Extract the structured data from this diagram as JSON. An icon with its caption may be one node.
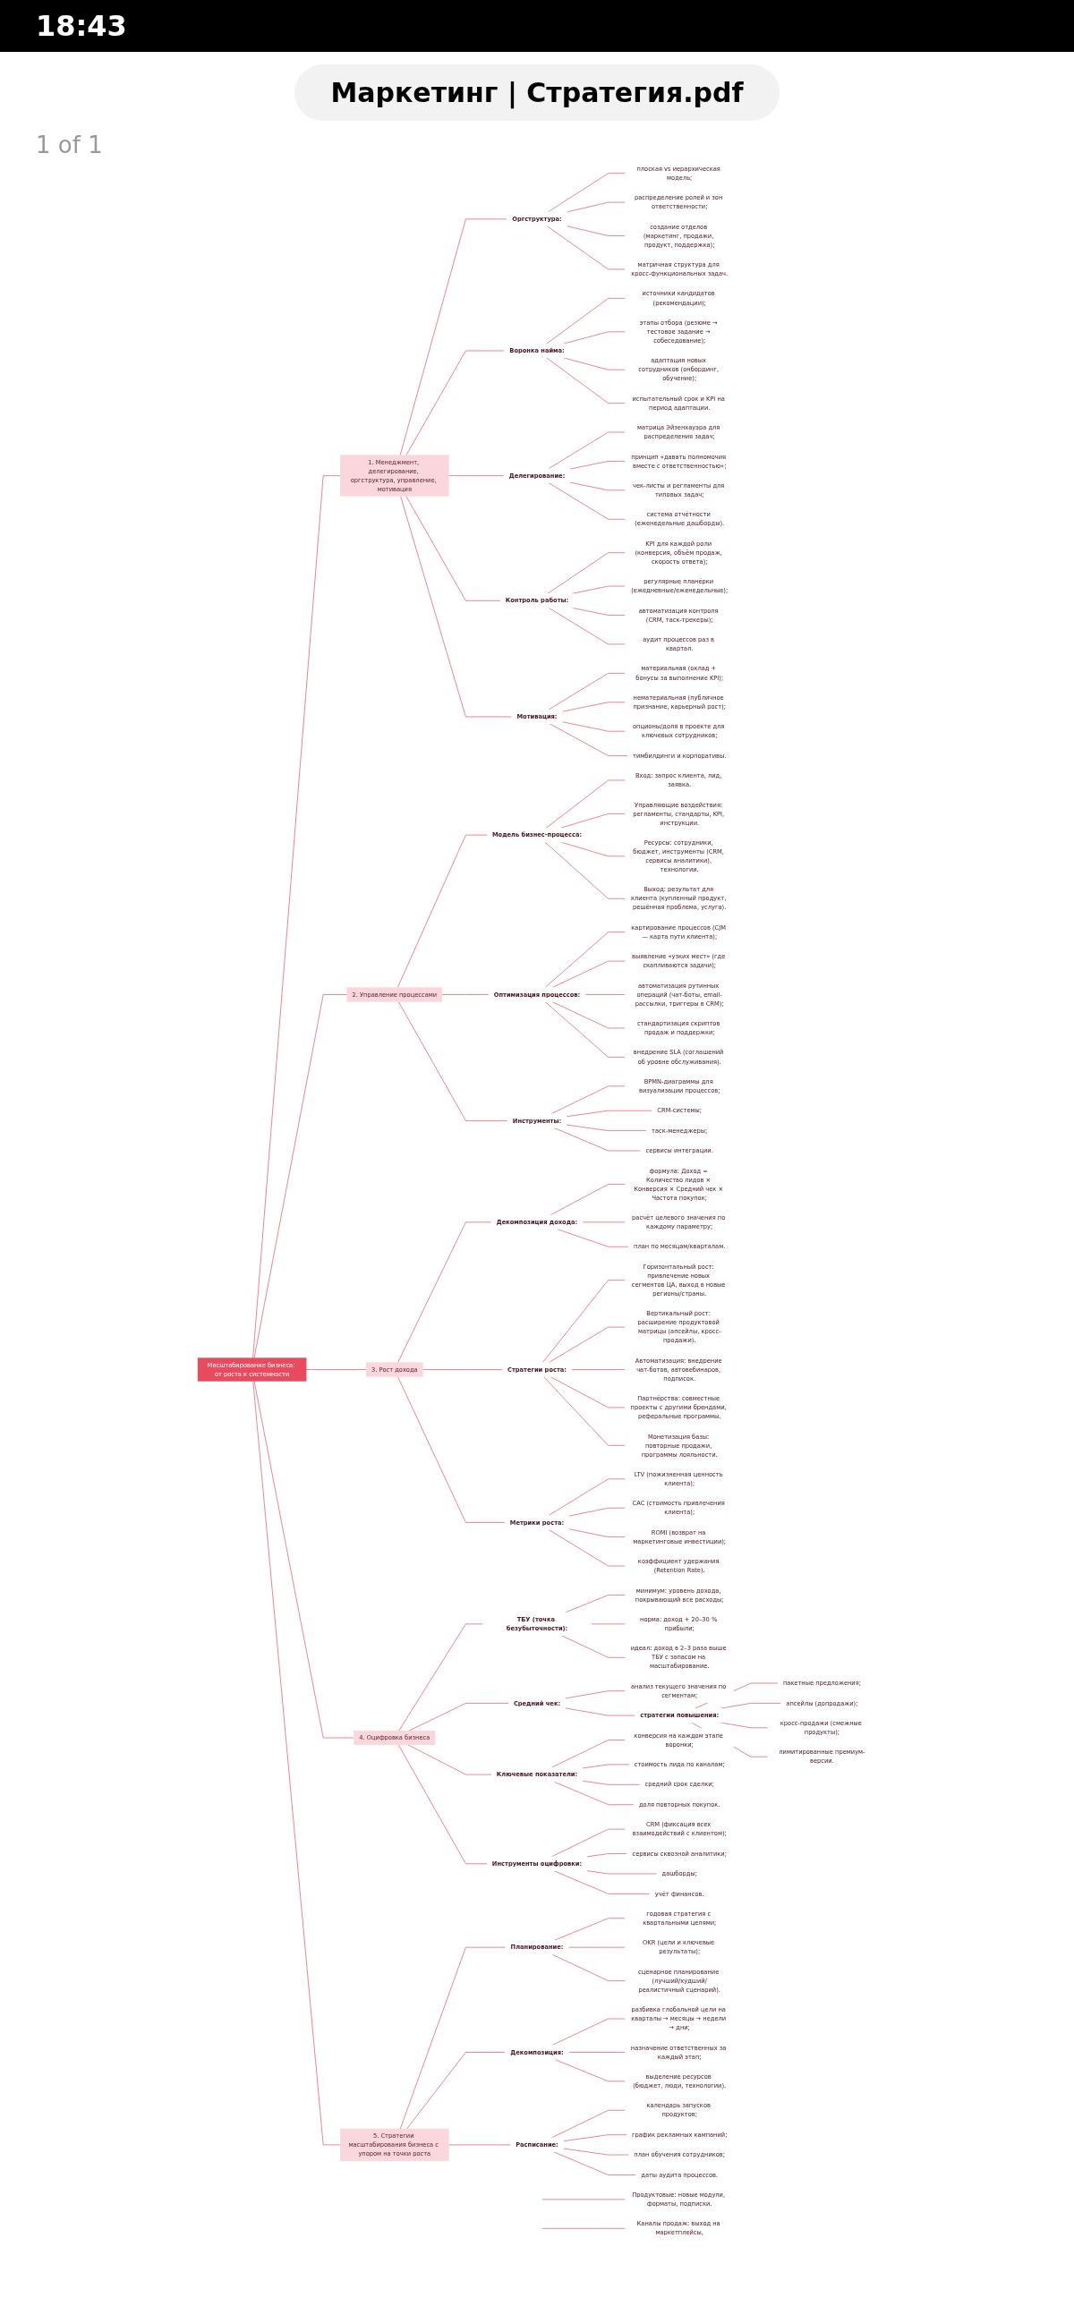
{
  "diagram": {
    "title": "Маркетинг | Стратегия.pdf",
    "nodes": [
      {
        "text": [
          "Масштабирование бизнеса: от роста к системности"
        ]
      },
      {
        "text": [
          "1. Менеджмент, делегирование, оргструктура, управление, мотивация"
        ]
      },
      {
        "text": [
          "Оргструктура:"
        ]
      },
      {
        "text": [
          "плоская vs иерархическая модель;"
        ]
      },
      {
        "text": [
          "распределение ролей и зон ответственности;"
        ]
      },
      {
        "text": [
          "создание отделов (маркетинг, продажи, продукт, поддержка);"
        ]
      },
      {
        "text": [
          "матричная структура для кросс-функциональных задач."
        ]
      },
      {
        "text": [
          "Воронка найма:"
        ]
      },
      {
        "text": [
          "источники кандидатов (рекомендации);"
        ]
      },
      {
        "text": [
          "этапы отбора (резюме → тестовое задание → собеседование);"
        ]
      },
      {
        "text": [
          "адаптация новых сотрудников (онбординг, обучение);"
        ]
      },
      {
        "text": [
          "испытательный срок и KPI на период адаптации."
        ]
      },
      {
        "text": [
          "Делегирование:"
        ]
      },
      {
        "text": [
          "матрица Эйзенхауэра для распределения задач;"
        ]
      },
      {
        "text": [
          "принцип «давать полномочия вместе с ответственностью»;"
        ]
      },
      {
        "text": [
          "чек-листы и регламенты для типовых задач;"
        ]
      },
      {
        "text": [
          "система отчётности (еженедельные дашборды)."
        ]
      },
      {
        "text": [
          "Контроль работы:"
        ]
      },
      {
        "text": [
          "KPI для каждой роли (конверсия, объём продаж, скорость ответа);"
        ]
      },
      {
        "text": [
          "регулярные планёрки (ежедневные/еженедельные);"
        ]
      },
      {
        "text": [
          "автоматизация контроля (CRM, таск-трекеры);"
        ]
      },
      {
        "text": [
          "аудит процессов раз в квартал."
        ]
      },
      {
        "text": [
          "Мотивация:"
        ]
      },
      {
        "text": [
          "материальная (оклад + бонусы за выполнение KPI);"
        ]
      },
      {
        "text": [
          "нематериальная (публичное признание, карьерный рост);"
        ]
      },
      {
        "text": [
          "опционы/доля в проекте для ключевых сотрудников;"
        ]
      },
      {
        "text": [
          "тимбилдинги и корпоративы."
        ]
      },
      {
        "text": [
          "2. Управление процессами"
        ]
      },
      {
        "text": [
          "Модель бизнес-процесса:"
        ]
      },
      {
        "text": [
          "Вход: запрос клиента, лид, заявка."
        ]
      },
      {
        "text": [
          "Управляющие воздействия: регламенты, стандарты, KPI, инструкции."
        ]
      },
      {
        "text": [
          "Ресурсы: сотрудники, бюджет, инструменты (CRM, сервисы аналитики), технологии."
        ]
      },
      {
        "text": [
          "Выход: результат для клиента (купленный продукт, решённая проблема, услуга)."
        ]
      },
      {
        "text": [
          "Оптимизация процессов:"
        ]
      },
      {
        "text": [
          "картирование процессов (CJM — карта пути клиента);"
        ]
      },
      {
        "text": [
          "выявление «узких мест» (где скапливаются задачи);"
        ]
      },
      {
        "text": [
          "автоматизация рутинных операций (чат-боты, email-рассылки, триггеры в CRM);"
        ]
      },
      {
        "text": [
          "стандартизация скриптов продаж и поддержки;"
        ]
      },
      {
        "text": [
          "внедрение SLA (соглашений об уровне обслуживания)."
        ]
      },
      {
        "text": [
          "Инструменты:"
        ]
      },
      {
        "text": [
          "BPMN-диаграммы для визуализации процессов;"
        ]
      },
      {
        "text": [
          "CRM-системы;"
        ]
      },
      {
        "text": [
          "таск-менеджеры;"
        ]
      },
      {
        "text": [
          "сервисы интеграции."
        ]
      },
      {
        "text": [
          "3. Рост дохода"
        ]
      },
      {
        "text": [
          "Декомпозиция дохода:"
        ]
      },
      {
        "text": [
          "формула: Доход = Количество лидов × Конверсия × Средний чек × Частота покупок;"
        ]
      },
      {
        "text": [
          "расчёт целевого значения по каждому параметру;"
        ]
      },
      {
        "text": [
          "план по месяцам/кварталам."
        ]
      },
      {
        "text": [
          "Стратегии роста:"
        ]
      },
      {
        "text": [
          "Горизонтальный рост: привлечение новых сегментов ЦА, выход в новые регионы/страны."
        ]
      },
      {
        "text": [
          "Вертикальный рост: расширение продуктовой матрицы (апсейлы, кросс-продажи)."
        ]
      },
      {
        "text": [
          "Автоматизация: внедрение чат-ботов, автовебинаров, подписок."
        ]
      },
      {
        "text": [
          "Партнёрства: совместные проекты с другими брендами, реферальные программы."
        ]
      },
      {
        "text": [
          "Монетизация базы: повторные продажи, программы лояльности."
        ]
      },
      {
        "text": [
          "Метрики роста:"
        ]
      },
      {
        "text": [
          "LTV (пожизненная ценность клиента);"
        ]
      },
      {
        "text": [
          "CAC (стоимость привлечения клиента);"
        ]
      },
      {
        "text": [
          "ROMI (возврат на маркетинговые инвестиции);"
        ]
      },
      {
        "text": [
          "коэффициент удержания (Retention Rate)."
        ]
      },
      {
        "text": [
          "4. Оцифровка бизнеса"
        ]
      },
      {
        "text": [
          "ТБУ (точка безубыточности):"
        ]
      },
      {
        "text": [
          "минимум: уровень дохода, покрывающий все расходы;"
        ]
      },
      {
        "text": [
          "норма: доход + 20–30 % прибыли;"
        ]
      },
      {
        "text": [
          "идеал: доход в 2–3 раза выше ТБУ с запасом на масштабирование."
        ]
      },
      {
        "text": [
          "Средний чек:"
        ]
      },
      {
        "text": [
          "анализ текущего значения по сегментам;"
        ]
      },
      {
        "text": [
          "стратегии повышения:"
        ]
      },
      {
        "text": [
          "пакетные предложения;"
        ]
      },
      {
        "text": [
          "апсейлы (допродажи);"
        ]
      },
      {
        "text": [
          "кросс-продажи (смежные продукты);"
        ]
      },
      {
        "text": [
          "лимитированные премиум-версии."
        ]
      },
      {
        "text": [
          "Ключевые показатели:"
        ]
      },
      {
        "text": [
          "конверсия на каждом этапе воронки;"
        ]
      },
      {
        "text": [
          "стоимость лида по каналам;"
        ]
      },
      {
        "text": [
          "средний срок сделки;"
        ]
      },
      {
        "text": [
          "доля повторных покупок."
        ]
      },
      {
        "text": [
          "Инструменты оцифровки:"
        ]
      },
      {
        "text": [
          "CRM (фиксация всех взаимодействий с клиентом);"
        ]
      },
      {
        "text": [
          "сервисы сквозной аналитики;"
        ]
      },
      {
        "text": [
          "дашборды;"
        ]
      },
      {
        "text": [
          "учёт финансов."
        ]
      },
      {
        "text": [
          "5. Стратегии масштабирования бизнеса с упором на точки роста"
        ]
      },
      {
        "text": [
          "Планирование:"
        ]
      },
      {
        "text": [
          "годовая стратегия с квартальными целями;"
        ]
      },
      {
        "text": [
          "OKR (цели и ключевые результаты);"
        ]
      },
      {
        "text": [
          "сценарное планирование (лучший/худший/реалистичный сценарий)."
        ]
      },
      {
        "text": [
          "Декомпозиция:"
        ]
      },
      {
        "text": [
          "разбивка глобальной цели на кварталы → месяцы → недели → дни;"
        ]
      },
      {
        "text": [
          "назначение ответственных за каждый этап;"
        ]
      },
      {
        "text": [
          "выделение ресурсов (бюджет, люди, технологии)."
        ]
      },
      {
        "text": [
          "Расписание:"
        ]
      },
      {
        "text": [
          "календарь запусков продуктов;"
        ]
      },
      {
        "text": [
          "график рекламных кампаний;"
        ]
      },
      {
        "text": [
          "план обучения сотрудников;"
        ]
      },
      {
        "text": [
          "даты аудита процессов."
        ]
      },
      {
        "text": [
          "Продуктовые: новые модули, форматы, подписки."
        ]
      },
      {
        "text": [
          "Каналы продаж: выход на маркетплейсы,"
        ]
      }
    ],
    "edges": [
      {
        "from": 0,
        "to": 1,
        "arrow": "none"
      },
      {
        "from": 1,
        "to": 2,
        "arrow": "none"
      },
      {
        "from": 2,
        "to": 3,
        "arrow": "none"
      },
      {
        "from": 2,
        "to": 4,
        "arrow": "none"
      },
      {
        "from": 2,
        "to": 5,
        "arrow": "none"
      },
      {
        "from": 2,
        "to": 6,
        "arrow": "none"
      },
      {
        "from": 1,
        "to": 7,
        "arrow": "none"
      },
      {
        "from": 7,
        "to": 8,
        "arrow": "none"
      },
      {
        "from": 7,
        "to": 9,
        "arrow": "none"
      },
      {
        "from": 7,
        "to": 10,
        "arrow": "none"
      },
      {
        "from": 7,
        "to": 11,
        "arrow": "none"
      },
      {
        "from": 1,
        "to": 12,
        "arrow": "none"
      },
      {
        "from": 12,
        "to": 13,
        "arrow": "none"
      },
      {
        "from": 12,
        "to": 14,
        "arrow": "none"
      },
      {
        "from": 12,
        "to": 15,
        "arrow": "none"
      },
      {
        "from": 12,
        "to": 16,
        "arrow": "none"
      },
      {
        "from": 1,
        "to": 17,
        "arrow": "none"
      },
      {
        "from": 17,
        "to": 18,
        "arrow": "none"
      },
      {
        "from": 17,
        "to": 19,
        "arrow": "none"
      },
      {
        "from": 17,
        "to": 20,
        "arrow": "none"
      },
      {
        "from": 17,
        "to": 21,
        "arrow": "none"
      },
      {
        "from": 1,
        "to": 22,
        "arrow": "none"
      },
      {
        "from": 22,
        "to": 23,
        "arrow": "none"
      },
      {
        "from": 22,
        "to": 24,
        "arrow": "none"
      },
      {
        "from": 22,
        "to": 25,
        "arrow": "none"
      },
      {
        "from": 22,
        "to": 26,
        "arrow": "none"
      },
      {
        "from": 0,
        "to": 27,
        "arrow": "none"
      },
      {
        "from": 27,
        "to": 28,
        "arrow": "none"
      },
      {
        "from": 28,
        "to": 29,
        "arrow": "none"
      },
      {
        "from": 28,
        "to": 30,
        "arrow": "none"
      },
      {
        "from": 28,
        "to": 31,
        "arrow": "none"
      },
      {
        "from": 28,
        "to": 32,
        "arrow": "none"
      },
      {
        "from": 27,
        "to": 33,
        "arrow": "none"
      },
      {
        "from": 33,
        "to": 34,
        "arrow": "none"
      },
      {
        "from": 33,
        "to": 35,
        "arrow": "none"
      },
      {
        "from": 33,
        "to": 36,
        "arrow": "none"
      },
      {
        "from": 33,
        "to": 37,
        "arrow": "none"
      },
      {
        "from": 33,
        "to": 38,
        "arrow": "none"
      },
      {
        "from": 27,
        "to": 39,
        "arrow": "none"
      },
      {
        "from": 39,
        "to": 40,
        "arrow": "none"
      },
      {
        "from": 39,
        "to": 41,
        "arrow": "none"
      },
      {
        "from": 39,
        "to": 42,
        "arrow": "none"
      },
      {
        "from": 39,
        "to": 43,
        "arrow": "none"
      },
      {
        "from": 0,
        "to": 44,
        "arrow": "none"
      },
      {
        "from": 44,
        "to": 45,
        "arrow": "none"
      },
      {
        "from": 45,
        "to": 46,
        "arrow": "none"
      },
      {
        "from": 45,
        "to": 47,
        "arrow": "none"
      },
      {
        "from": 45,
        "to": 48,
        "arrow": "none"
      },
      {
        "from": 44,
        "to": 49,
        "arrow": "none"
      },
      {
        "from": 49,
        "to": 50,
        "arrow": "none"
      },
      {
        "from": 49,
        "to": 51,
        "arrow": "none"
      },
      {
        "from": 49,
        "to": 52,
        "arrow": "none"
      },
      {
        "from": 49,
        "to": 53,
        "arrow": "none"
      },
      {
        "from": 49,
        "to": 54,
        "arrow": "none"
      },
      {
        "from": 44,
        "to": 55,
        "arrow": "none"
      },
      {
        "from": 55,
        "to": 56,
        "arrow": "none"
      },
      {
        "from": 55,
        "to": 57,
        "arrow": "none"
      },
      {
        "from": 55,
        "to": 58,
        "arrow": "none"
      },
      {
        "from": 55,
        "to": 59,
        "arrow": "none"
      },
      {
        "from": 0,
        "to": 60,
        "arrow": "none"
      },
      {
        "from": 60,
        "to": 61,
        "arrow": "none"
      },
      {
        "from": 61,
        "to": 62,
        "arrow": "none"
      },
      {
        "from": 61,
        "to": 63,
        "arrow": "none"
      },
      {
        "from": 61,
        "to": 64,
        "arrow": "none"
      },
      {
        "from": 60,
        "to": 65,
        "arrow": "none"
      },
      {
        "from": 65,
        "to": 66,
        "arrow": "none"
      },
      {
        "from": 65,
        "to": 67,
        "arrow": "none"
      },
      {
        "from": 67,
        "to": 68,
        "arrow": "none"
      },
      {
        "from": 67,
        "to": 69,
        "arrow": "none"
      },
      {
        "from": 67,
        "to": 70,
        "arrow": "none"
      },
      {
        "from": 67,
        "to": 71,
        "arrow": "none"
      },
      {
        "from": 60,
        "to": 72,
        "arrow": "none"
      },
      {
        "from": 72,
        "to": 73,
        "arrow": "none"
      },
      {
        "from": 72,
        "to": 74,
        "arrow": "none"
      },
      {
        "from": 72,
        "to": 75,
        "arrow": "none"
      },
      {
        "from": 72,
        "to": 76,
        "arrow": "none"
      },
      {
        "from": 60,
        "to": 77,
        "arrow": "none"
      },
      {
        "from": 77,
        "to": 78,
        "arrow": "none"
      },
      {
        "from": 77,
        "to": 79,
        "arrow": "none"
      },
      {
        "from": 77,
        "to": 80,
        "arrow": "none"
      },
      {
        "from": 77,
        "to": 81,
        "arrow": "none"
      },
      {
        "from": 0,
        "to": 82,
        "arrow": "none"
      },
      {
        "from": 82,
        "to": 83,
        "arrow": "none"
      },
      {
        "from": 83,
        "to": 84,
        "arrow": "none"
      },
      {
        "from": 83,
        "to": 85,
        "arrow": "none"
      },
      {
        "from": 83,
        "to": 86,
        "arrow": "none"
      },
      {
        "from": 82,
        "to": 87,
        "arrow": "none"
      },
      {
        "from": 87,
        "to": 88,
        "arrow": "none"
      },
      {
        "from": 87,
        "to": 89,
        "arrow": "none"
      },
      {
        "from": 87,
        "to": 90,
        "arrow": "none"
      },
      {
        "from": 82,
        "to": 91,
        "arrow": "none"
      },
      {
        "from": 91,
        "to": 92,
        "arrow": "none"
      },
      {
        "from": 91,
        "to": 93,
        "arrow": "none"
      },
      {
        "from": 91,
        "to": 94,
        "arrow": "none"
      },
      {
        "from": 91,
        "to": 95,
        "arrow": "none"
      },
      {
        "from": null,
        "to": 96,
        "arrow": "none"
      },
      {
        "from": null,
        "to": 97,
        "arrow": "none"
      }
    ],
    "labels": [
      "18:43",
      "1 of 1"
    ]
  }
}
